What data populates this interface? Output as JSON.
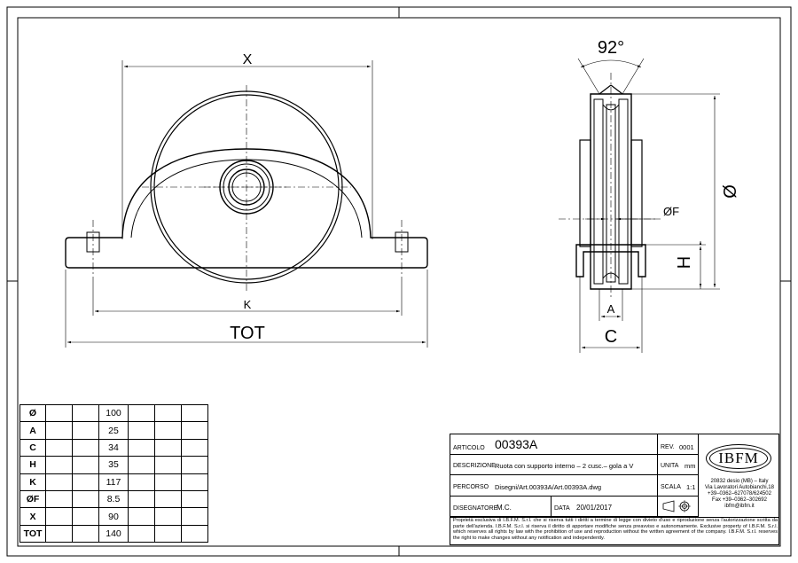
{
  "drawing": {
    "labels": {
      "x": "X",
      "k": "K",
      "tot": "TOT",
      "angle": "92°",
      "dia": "Ø",
      "dia_f": "ØF",
      "h": "H",
      "a": "A",
      "c": "C"
    }
  },
  "dimensions_table": [
    {
      "label": "Ø",
      "value": "100"
    },
    {
      "label": "A",
      "value": "25"
    },
    {
      "label": "C",
      "value": "34"
    },
    {
      "label": "H",
      "value": "35"
    },
    {
      "label": "K",
      "value": "117"
    },
    {
      "label": "ØF",
      "value": "8.5"
    },
    {
      "label": "X",
      "value": "90"
    },
    {
      "label": "TOT",
      "value": "140"
    }
  ],
  "title_block": {
    "articolo_label": "ARTICOLO",
    "articolo": "00393A",
    "rev_label": "REV.",
    "rev": "0001",
    "descrizione_label": "DESCRIZIONE",
    "descrizione": "Ruota con supporto interno – 2 cusc.– gola a V",
    "unita_label": "UNITA",
    "unita": "mm",
    "percorso_label": "PERCORSO",
    "percorso": "Disegni/Art.00393A/Art.00393A.dwg",
    "scala_label": "SCALA",
    "scala": "1:1",
    "disegnatore_label": "DISEGNATORE",
    "disegnatore": "M.C.",
    "data_label": "DATA",
    "data": "20/01/2017",
    "logo": "IBFM",
    "address": [
      "20832 desio (MB) – Italy",
      "Via Lavoratori Autobianchi,18",
      "+39–0362–627078/624502",
      "Fax +39–0362–302692",
      "ibfm@ibfm.it"
    ],
    "legal_it": "Proprietà esclusiva di I.B.F.M. S.r.l. che si riserva tutti i diritti a termine di legge con divieto d'uso e riproduzione senza l'autorizzazione scritta da parte dell'azienda. I.B.F.M. S.r.l. si riserva il diritto di apportare modifiche senza preavviso e autonomamente.",
    "legal_en": "Exclusive property of I.B.F.M. S.r.l. which reserves all rights by law with the prohibition of use and reproduction without the written agreement of the company. I.B.F.M. S.r.l. reserves the right to make changes without any notification and independently."
  }
}
